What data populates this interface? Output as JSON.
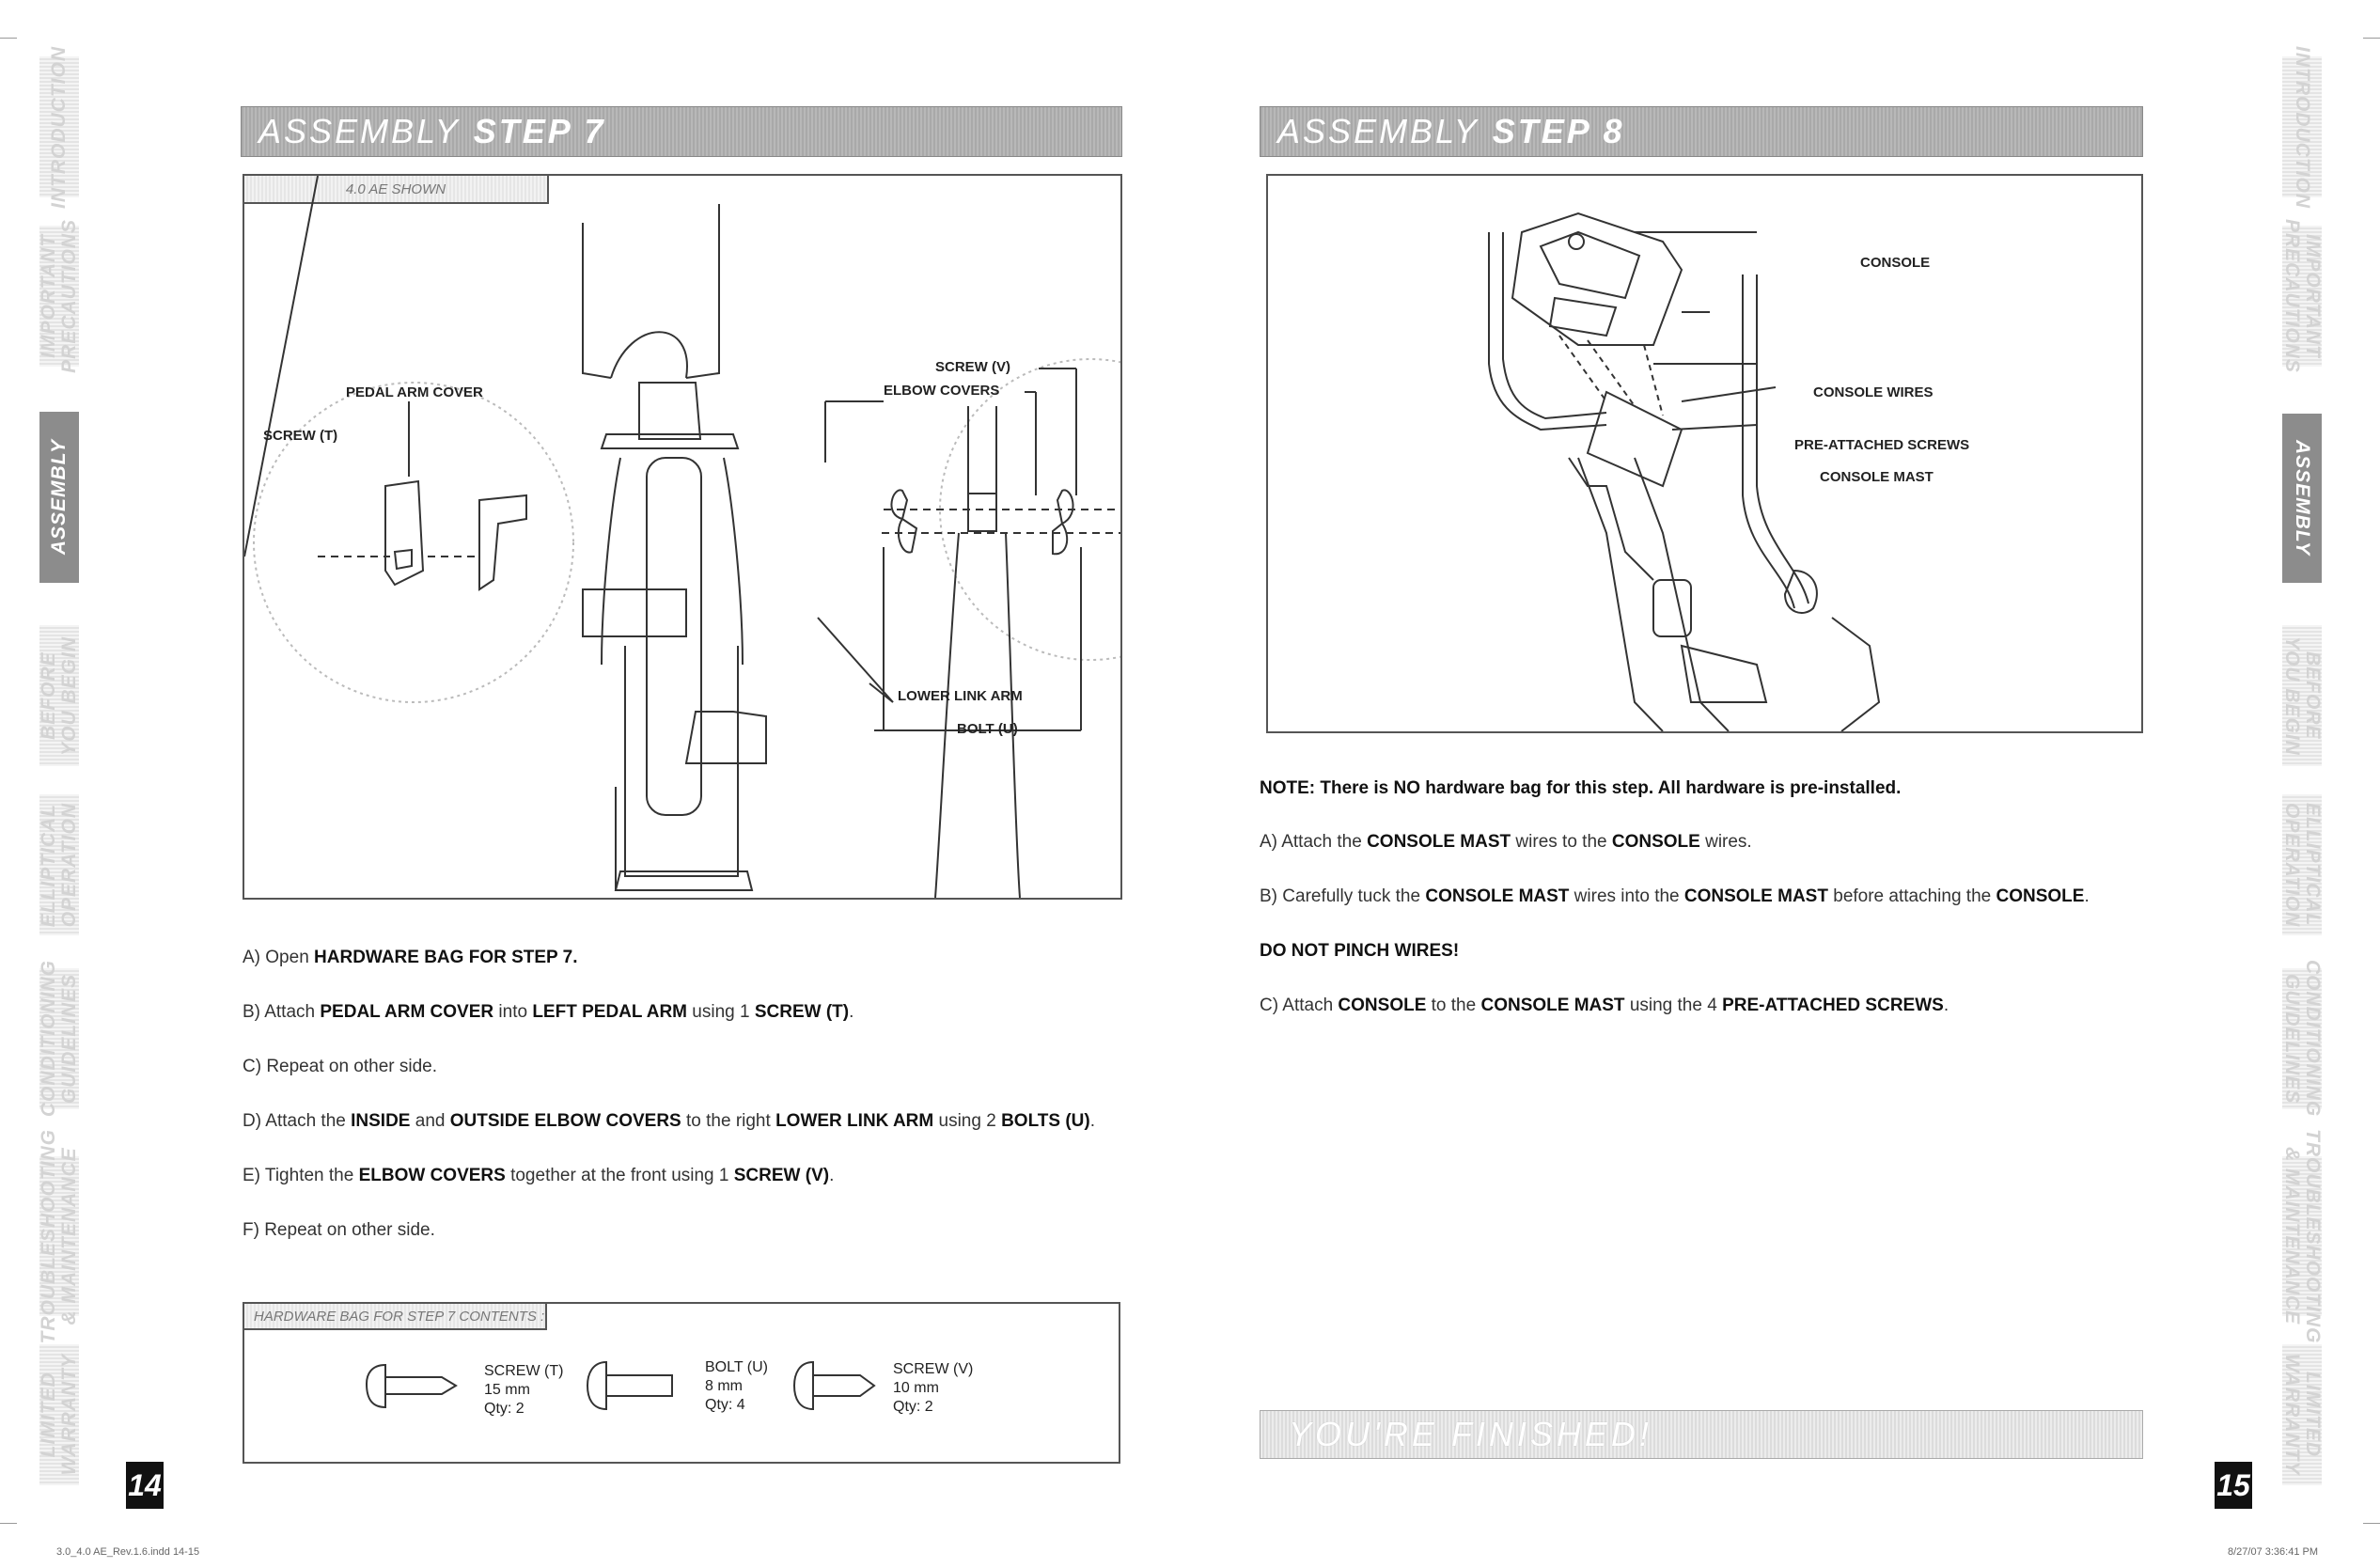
{
  "left_tabs": [
    "INTRODUCTION",
    "IMPORTANT\nPRECAUTIONS",
    "ASSEMBLY",
    "BEFORE\nYOU BEGIN",
    "ELLIPTICAL\nOPERATION",
    "CONDITIONING\nGUIDELINES",
    "TROUBLESHOOTING\n& MAINTENANCE",
    "LIMITED\nWARRANTY"
  ],
  "right_tabs": [
    "INTRODUCTION",
    "IMPORTANT\nPRECAUTIONS",
    "ASSEMBLY",
    "BEFORE\nYOU BEGIN",
    "ELLIPTICAL\nOPERATION",
    "CONDITIONING\nGUIDELINES",
    "TROUBLESHOOTING\n& MAINTENANCE",
    "LIMITED\nWARRANTY"
  ],
  "step7": {
    "banner_light": "ASSEMBLY",
    "banner_bold": "STEP 7",
    "model_note": "4.0 AE SHOWN",
    "labels": {
      "pedal_arm_cover": "PEDAL ARM COVER",
      "screw_t": "SCREW (T)",
      "screw_v": "SCREW (V)",
      "elbow_covers": "ELBOW COVERS",
      "lower_link_arm": "LOWER LINK ARM",
      "bolt_u": "BOLT (U)"
    },
    "instructions": {
      "a1": "A) Open ",
      "a2": "HARDWARE BAG FOR STEP 7.",
      "b1": "B) Attach ",
      "b2": "PEDAL ARM COVER",
      "b3": " into ",
      "b4": "LEFT PEDAL ARM",
      "b5": " using 1 ",
      "b6": "SCREW (T)",
      "b7": ".",
      "c": "C) Repeat on other side.",
      "d1": "D) Attach the ",
      "d2": "INSIDE",
      "d3": " and ",
      "d4": "OUTSIDE ELBOW COVERS",
      "d5": " to the right ",
      "d6": "LOWER LINK ARM",
      "d7": " using 2 ",
      "d8": "BOLTS (U)",
      "d9": ".",
      "e1": "E) Tighten the ",
      "e2": "ELBOW COVERS",
      "e3": " together at the front using 1 ",
      "e4": "SCREW (V)",
      "e5": ".",
      "f": "F) Repeat on other side."
    },
    "hardware_title": "HARDWARE BAG FOR STEP 7 CONTENTS :",
    "hardware": [
      {
        "name": "SCREW (T)",
        "size": "15 mm",
        "qty": "Qty: 2"
      },
      {
        "name": "BOLT (U)",
        "size": "8 mm",
        "qty": "Qty: 4"
      },
      {
        "name": "SCREW (V)",
        "size": "10 mm",
        "qty": "Qty: 2"
      }
    ],
    "page_number": "14"
  },
  "step8": {
    "banner_light": "ASSEMBLY",
    "banner_bold": "STEP 8",
    "labels": {
      "console": "CONSOLE",
      "console_wires": "CONSOLE WIRES",
      "pre_attached_screws": "PRE-ATTACHED SCREWS",
      "console_mast": "CONSOLE MAST"
    },
    "instructions": {
      "note": "NOTE: There is NO hardware bag for this step. All hardware is pre-installed.",
      "a1": "A) Attach the ",
      "a2": "CONSOLE MAST",
      "a3": " wires to the ",
      "a4": "CONSOLE",
      "a5": " wires.",
      "b1": "B) Carefully tuck the ",
      "b2": "CONSOLE MAST",
      "b3": " wires into the ",
      "b4": "CONSOLE MAST",
      "b5": " before attaching the ",
      "b6": "CONSOLE",
      "b7": ".",
      "warn": "DO NOT PINCH WIRES!",
      "c1": "C) Attach ",
      "c2": "CONSOLE",
      "c3": " to the ",
      "c4": "CONSOLE MAST",
      "c5": " using the 4 ",
      "c6": "PRE-ATTACHED SCREWS",
      "c7": "."
    },
    "finished": "YOU'RE FINISHED!",
    "page_number": "15"
  },
  "footer": {
    "left": "3.0_4.0 AE_Rev.1.6.indd 14-15",
    "right": "8/27/07 3:36:41 PM"
  }
}
